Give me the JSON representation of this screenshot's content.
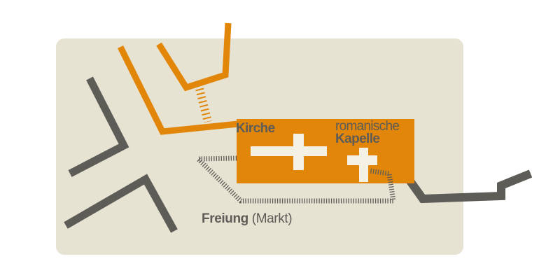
{
  "diagram": {
    "colors": {
      "background": "#e6e3d3",
      "orange": "#e2860a",
      "dark": "#5d5c57",
      "cross": "#f4f0e3",
      "text": "#5d5c57"
    },
    "labels": {
      "church": "Kirche",
      "chapel_line1": "romanische",
      "chapel_line2": "Kapelle",
      "square_name": "Freiung",
      "square_note": "(Markt)"
    },
    "icons": [
      "church-cross-icon",
      "chapel-cross-icon"
    ]
  }
}
